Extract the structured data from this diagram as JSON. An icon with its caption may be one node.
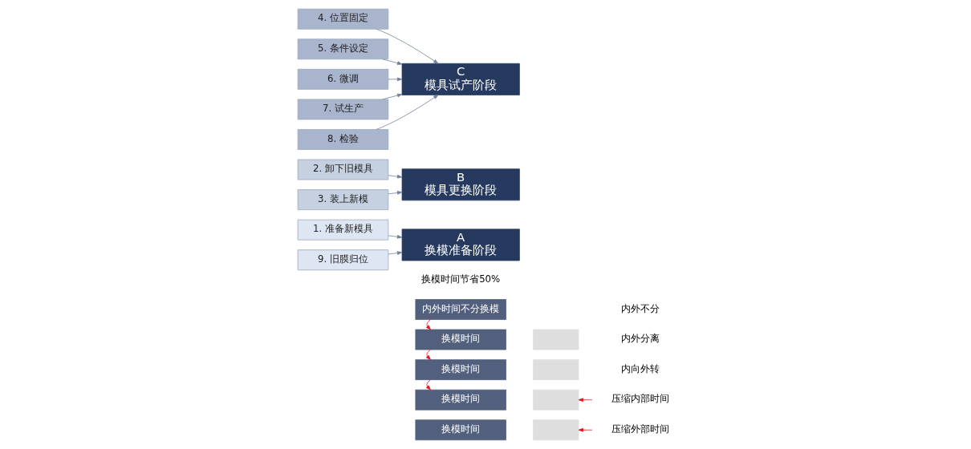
{
  "diagram": {
    "nodes": [
      {
        "text": [
          "1. 准备新模具"
        ]
      },
      {
        "text": [
          "2. 卸下旧模具"
        ]
      },
      {
        "text": [
          "3. 装上新模"
        ]
      },
      {
        "text": [
          "4. 位置固定"
        ]
      },
      {
        "text": [
          "5. 条件设定"
        ]
      },
      {
        "text": [
          "6. 微调"
        ]
      },
      {
        "text": [
          "7. 试生产"
        ]
      },
      {
        "text": [
          "8. 检验"
        ]
      },
      {
        "text": [
          "9. 旧膜归位"
        ]
      },
      {
        "text": [
          "A",
          "换模准备阶段"
        ]
      },
      {
        "text": [
          "B",
          "模具更换阶段"
        ]
      },
      {
        "text": [
          "C",
          "模具试产阶段"
        ]
      },
      {
        "text": [
          "内外时间不分换模"
        ]
      },
      {
        "text": [
          "换模时间"
        ]
      },
      {
        "text": [],
        "shape": "bar"
      },
      {
        "text": [
          "换模时间"
        ]
      },
      {
        "text": [],
        "shape": "bar"
      },
      {
        "text": [
          "换模时间"
        ]
      },
      {
        "text": [],
        "shape": "bar"
      },
      {
        "text": [
          "换模时间"
        ]
      },
      {
        "text": [],
        "shape": "bar"
      }
    ],
    "edges": [
      {
        "from": 0,
        "to": 9,
        "arrow": "to"
      },
      {
        "from": 8,
        "to": 9,
        "arrow": "to"
      },
      {
        "from": 1,
        "to": 10,
        "arrow": "to"
      },
      {
        "from": 2,
        "to": 10,
        "arrow": "to"
      },
      {
        "from": 3,
        "to": 11,
        "arrow": "to"
      },
      {
        "from": 4,
        "to": 11,
        "arrow": "to"
      },
      {
        "from": 5,
        "to": 11,
        "arrow": "to"
      },
      {
        "from": 6,
        "to": 11,
        "arrow": "to"
      },
      {
        "from": 7,
        "to": 11,
        "arrow": "to"
      },
      {
        "from": 12,
        "to": 13,
        "arrow": "to",
        "color": "#e2101e"
      },
      {
        "from": 13,
        "to": 15,
        "arrow": "to",
        "color": "#e2101e"
      },
      {
        "from": 15,
        "to": 17,
        "arrow": "to",
        "color": "#e2101e"
      },
      {
        "from": null,
        "to": 18,
        "arrow": "to",
        "color": "#e2101e"
      },
      {
        "from": null,
        "to": 20,
        "arrow": "to",
        "color": "#e2101e"
      }
    ],
    "labels": [
      "换模时间节省50%",
      "内外不分",
      "内外分离",
      "内向外转",
      "压缩内部时间",
      "压缩外部时间"
    ]
  }
}
